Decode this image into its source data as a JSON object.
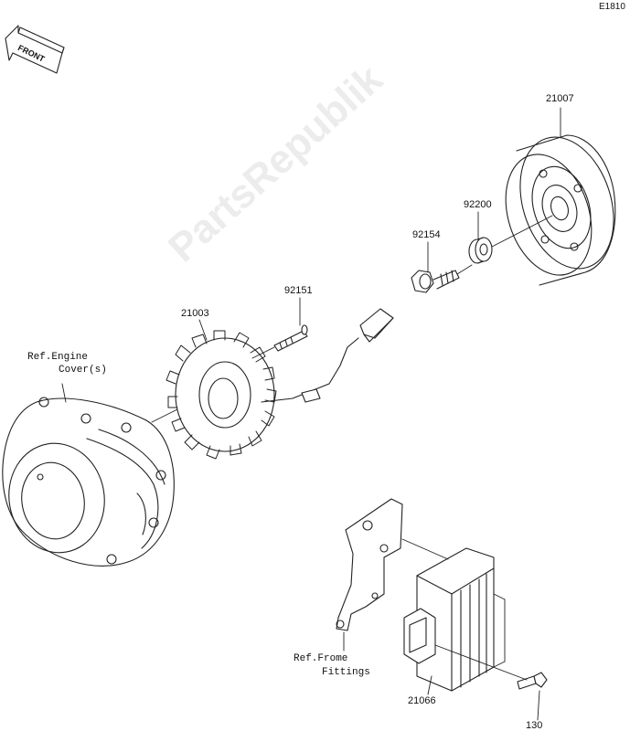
{
  "diagram_code": "E1810",
  "front_label": "FRONT",
  "watermark": "PartsRepublik",
  "parts": {
    "flywheel": "21007",
    "collar": "92200",
    "bolt_flywheel": "92154",
    "stator_bolt": "92151",
    "stator": "21003",
    "regulator": "21066",
    "regulator_bolt": "130"
  },
  "refs": {
    "engine_cover_line1": "Ref.Engine",
    "engine_cover_line2": "Cover(s)",
    "frame_fittings_line1": "Ref.Frome",
    "frame_fittings_line2": "Fittings"
  }
}
